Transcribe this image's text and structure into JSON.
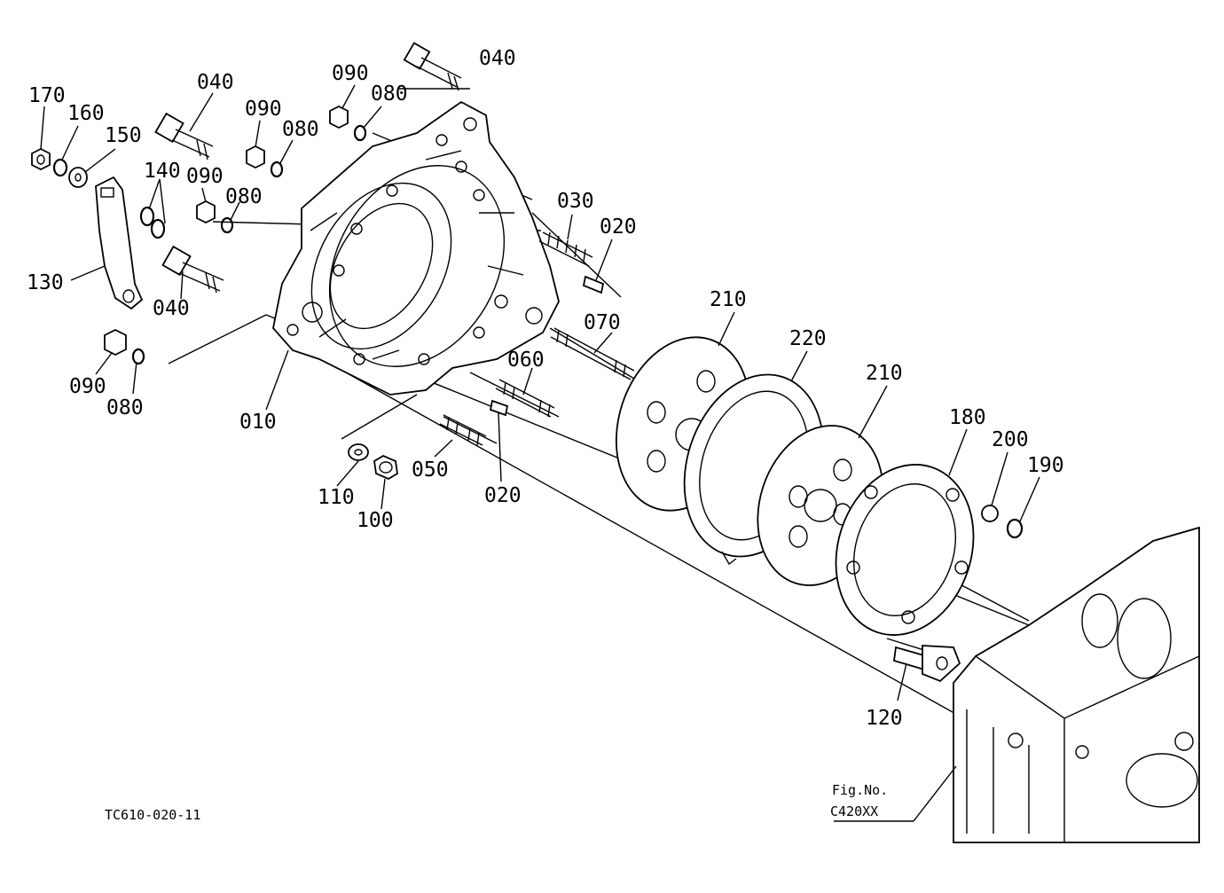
{
  "drawing_code": "TC610-020-11",
  "figure_ref": {
    "line1": "Fig.No.",
    "line2": "C420XX"
  },
  "callouts": [
    "170",
    "160",
    "150",
    "040",
    "090",
    "080",
    "040",
    "090",
    "080",
    "140",
    "090",
    "080",
    "130",
    "040",
    "090",
    "080",
    "010",
    "110",
    "100",
    "050",
    "020",
    "060",
    "070",
    "030",
    "020",
    "210",
    "220",
    "210",
    "180",
    "200",
    "190",
    "120"
  ],
  "colors": {
    "ink": "#000000",
    "paper": "#ffffff"
  }
}
